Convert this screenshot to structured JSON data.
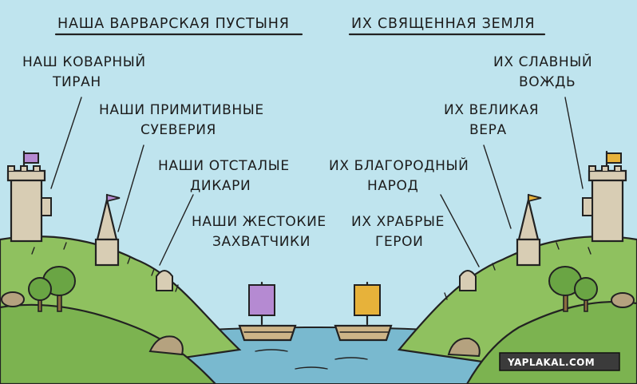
{
  "headers": {
    "left": "НАША ВАРВАРСКАЯ ПУСТЫНЯ",
    "right": "ИХ СВЯЩЕННАЯ ЗЕМЛЯ"
  },
  "left_labels": {
    "tyrant": [
      "НАШ КОВАРНЫЙ",
      "ТИРАН"
    ],
    "superstitions": [
      "НАШИ ПРИМИТИВНЫЕ",
      "СУЕВЕРИЯ"
    ],
    "savages": [
      "НАШИ ОТСТАЛЫЕ",
      "ДИКАРИ"
    ],
    "invaders": [
      "НАШИ ЖЕСТОКИЕ",
      "ЗАХВАТЧИКИ"
    ]
  },
  "right_labels": {
    "leader": [
      "ИХ СЛАВНЫЙ",
      "ВОЖДЬ"
    ],
    "faith": [
      "ИХ ВЕЛИКАЯ",
      "ВЕРА"
    ],
    "people": [
      "ИХ БЛАГОРОДНЫЙ",
      "НАРОД"
    ],
    "heroes": [
      "ИХ ХРАБРЫЕ",
      "ГЕРОИ"
    ]
  },
  "watermark": "YAPLAKAL.COM",
  "colors": {
    "sky": "#bfe4ee",
    "grass": "#8fc15f",
    "grass_dark": "#5f9a3c",
    "water": "#79b9cf",
    "stone": "#d8cdb4",
    "left_flag": "#b58ad2",
    "right_flag": "#e7b23a",
    "left_sail": "#b58ad2",
    "right_sail": "#e7b23a",
    "wood": "#cdb487"
  }
}
